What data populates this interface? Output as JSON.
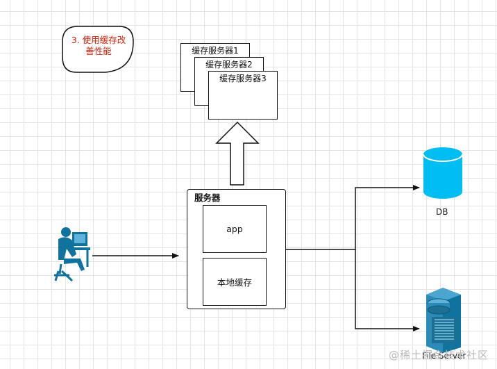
{
  "note": {
    "line1": "3. 使用缓存改",
    "line2": "善性能",
    "text_color": "#d81e06"
  },
  "cache_servers": [
    {
      "label": "缓存服务器1"
    },
    {
      "label": "缓存服务器2"
    },
    {
      "label": "缓存服务器3"
    }
  ],
  "server": {
    "title": "服务器",
    "app_label": "app",
    "local_cache_label": "本地缓存"
  },
  "db": {
    "label": "DB",
    "color": "#00bef2"
  },
  "file_server": {
    "label": "File Server",
    "color": "#1d6f94"
  },
  "user": {
    "icon": "user-at-computer-icon",
    "color": "#10739e"
  },
  "watermark": "@稀土掘金技术社区"
}
